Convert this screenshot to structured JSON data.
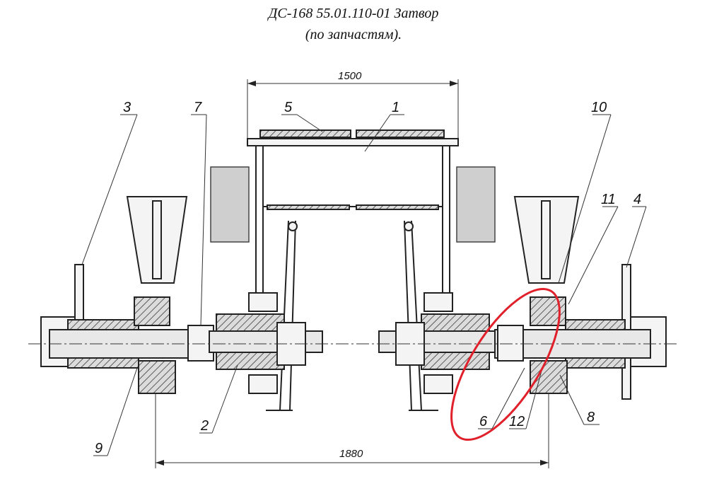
{
  "title": {
    "line1": "ДС-168 55.01.110-01 Затвор",
    "line2": "(по запчастям)."
  },
  "dimensions": {
    "top": "1500",
    "bottom": "1880"
  },
  "callouts": [
    "1",
    "2",
    "3",
    "4",
    "5",
    "6",
    "7",
    "8",
    "9",
    "10",
    "11",
    "12"
  ],
  "highlight_color": "#e0202a"
}
